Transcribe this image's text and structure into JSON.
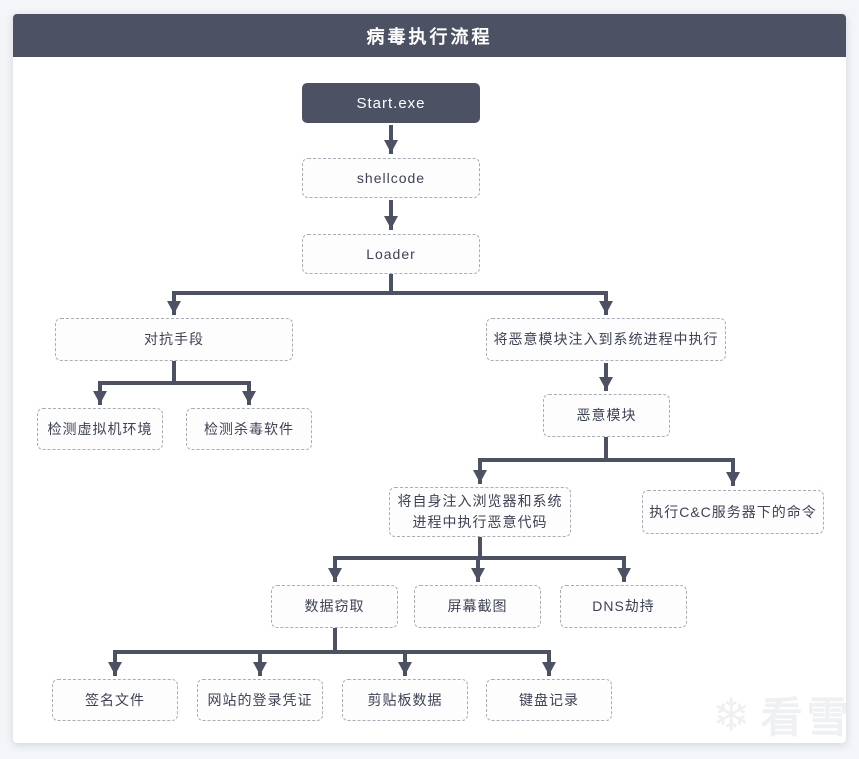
{
  "title": "病毒执行流程",
  "colors": {
    "header_bg": "#4c5263",
    "arrow": "#4c5263",
    "node_border": "#a8adb8",
    "node_bg": "#fdfdfe",
    "node_text": "#3d4354",
    "card_bg": "#ffffff",
    "page_bg": "#f3f5f8",
    "watermark_color": "#eff0f2"
  },
  "nodes": {
    "start": {
      "label": "Start.exe"
    },
    "shellcode": {
      "label": "shellcode"
    },
    "loader": {
      "label": "Loader"
    },
    "anti_detection": {
      "label": "对抗手段"
    },
    "inject_system": {
      "label": "将恶意模块注入到系统进程中执行"
    },
    "detect_vm": {
      "label": "检测虚拟机环境"
    },
    "detect_antivirus": {
      "label": "检测杀毒软件"
    },
    "malicious_module": {
      "label": "恶意模块"
    },
    "inject_browser": {
      "label": "将自身注入浏览器和系统进程中执行恶意代码"
    },
    "cc_commands": {
      "label": "执行C&C服务器下的命令"
    },
    "data_theft": {
      "label": "数据窃取"
    },
    "screen_capture": {
      "label": "屏幕截图"
    },
    "dns_hijack": {
      "label": "DNS劫持"
    },
    "signature_files": {
      "label": "签名文件"
    },
    "website_credentials": {
      "label": "网站的登录凭证"
    },
    "clipboard_data": {
      "label": "剪贴板数据"
    },
    "keyboard_logging": {
      "label": "键盘记录"
    }
  },
  "edges": [
    {
      "from": "start",
      "to": [
        "shellcode"
      ]
    },
    {
      "from": "shellcode",
      "to": [
        "loader"
      ]
    },
    {
      "from": "loader",
      "to": [
        "anti_detection",
        "inject_system"
      ]
    },
    {
      "from": "anti_detection",
      "to": [
        "detect_vm",
        "detect_antivirus"
      ]
    },
    {
      "from": "inject_system",
      "to": [
        "malicious_module"
      ]
    },
    {
      "from": "malicious_module",
      "to": [
        "inject_browser",
        "cc_commands"
      ]
    },
    {
      "from": "inject_browser",
      "to": [
        "data_theft",
        "screen_capture",
        "dns_hijack"
      ]
    },
    {
      "from": "data_theft",
      "to": [
        "signature_files",
        "website_credentials",
        "clipboard_data",
        "keyboard_logging"
      ]
    }
  ],
  "watermark": {
    "text": "看雪",
    "icon": "snowflake-icon"
  }
}
